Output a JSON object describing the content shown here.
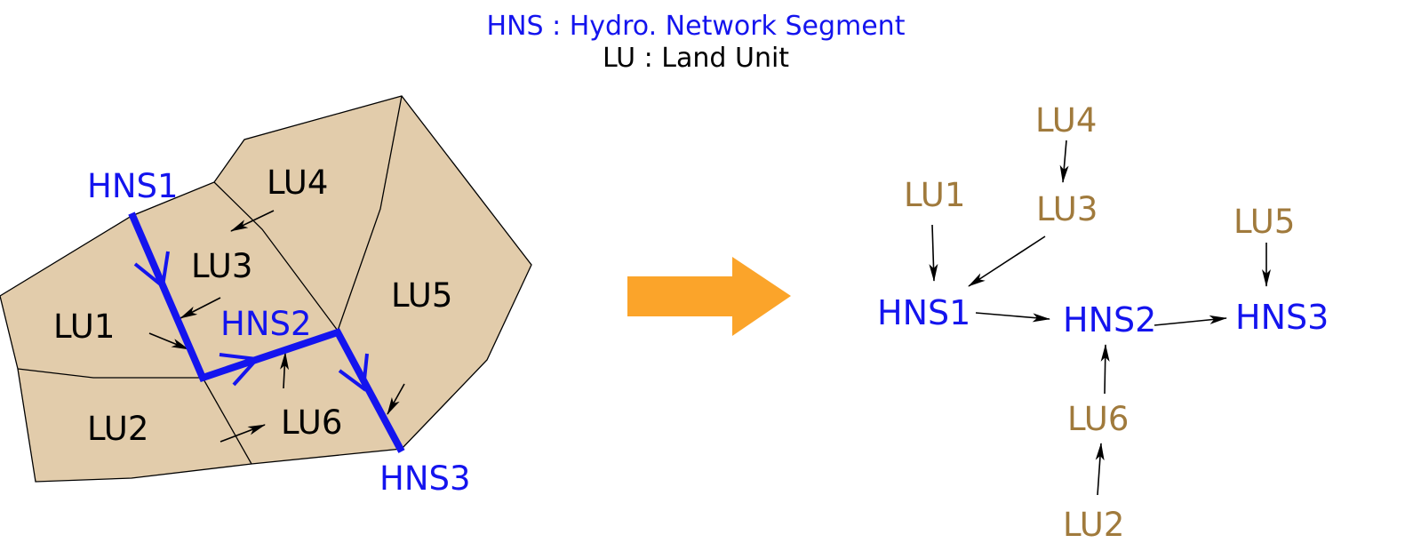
{
  "colors": {
    "hns_blue": "#1414ee",
    "lu_text_map": "#000000",
    "lu_text_graph": "#a07a3c",
    "land_fill": "#e2ccab",
    "land_stroke": "#000000",
    "arrow_orange": "#fba42a",
    "arrow_black": "#000000"
  },
  "legend": {
    "hns": "HNS : Hydro. Network Segment",
    "lu": "LU : Land Unit"
  },
  "map": {
    "land_units": [
      "LU1",
      "LU2",
      "LU3",
      "LU4",
      "LU5",
      "LU6"
    ],
    "segments": [
      "HNS1",
      "HNS2",
      "HNS3"
    ]
  },
  "transform_arrow_icon": "right-arrow-icon",
  "graph": {
    "nodes": {
      "LU1": "LU1",
      "LU2": "LU2",
      "LU3": "LU3",
      "LU4": "LU4",
      "LU5": "LU5",
      "LU6": "LU6",
      "HNS1": "HNS1",
      "HNS2": "HNS2",
      "HNS3": "HNS3"
    },
    "edges": [
      [
        "LU4",
        "LU3"
      ],
      [
        "LU1",
        "HNS1"
      ],
      [
        "LU3",
        "HNS1"
      ],
      [
        "LU5",
        "HNS3"
      ],
      [
        "HNS1",
        "HNS2"
      ],
      [
        "HNS2",
        "HNS3"
      ],
      [
        "LU6",
        "HNS2"
      ],
      [
        "LU2",
        "LU6"
      ]
    ]
  }
}
